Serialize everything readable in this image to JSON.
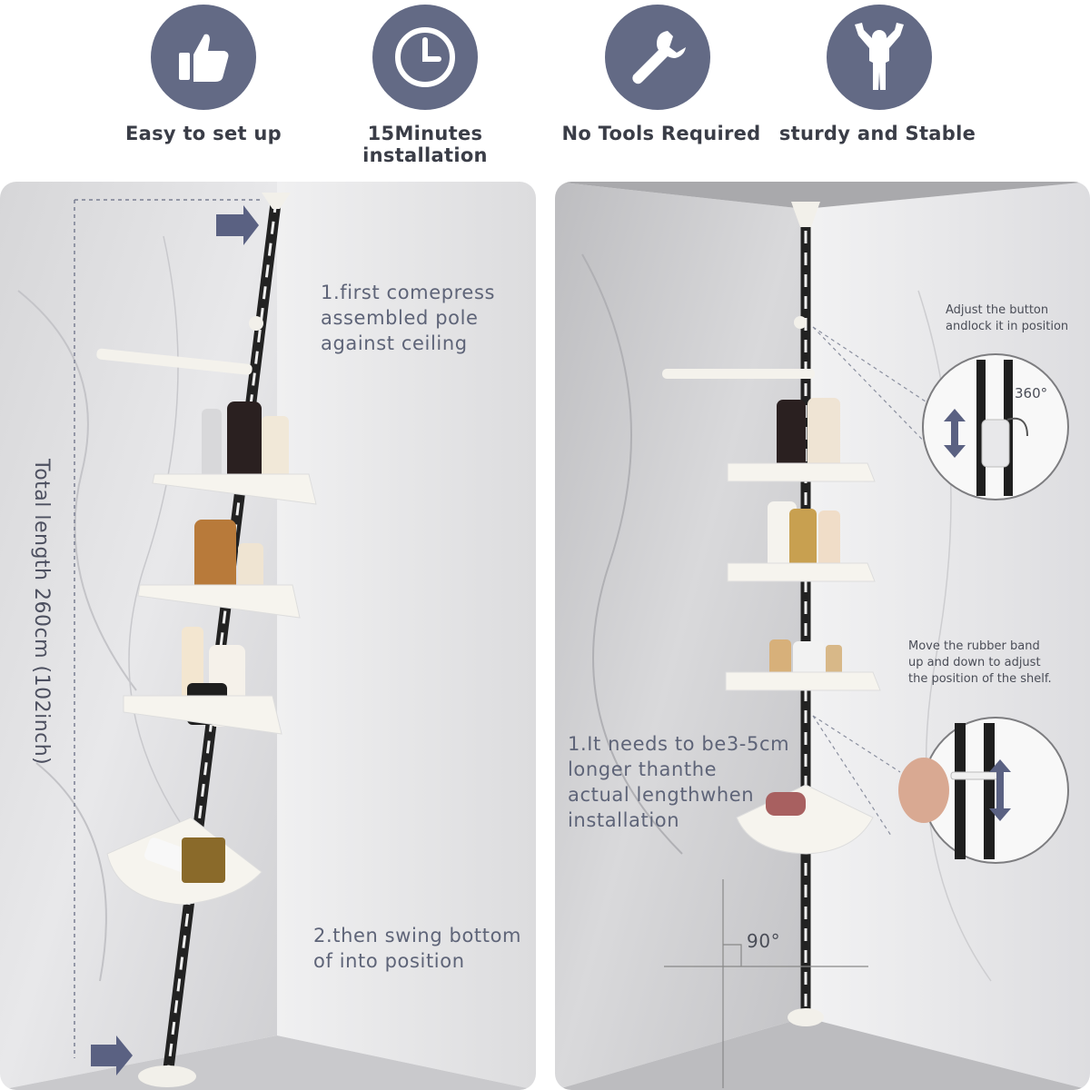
{
  "features": [
    {
      "label": "Easy to set up",
      "icon": "thumbs-up-icon"
    },
    {
      "label": "15Minutes installation",
      "icon": "clock-icon"
    },
    {
      "label": "No Tools Required",
      "icon": "wrench-icon"
    },
    {
      "label": "sturdy and Stable",
      "icon": "strong-person-icon"
    }
  ],
  "left_panel": {
    "step1_line1": "1.first comepress",
    "step1_line2": "assembled pole",
    "step1_line3": "against ceiling",
    "step2_line1": "2.then swing bottom",
    "step2_line2": "of into position",
    "total_length": "Total length 260cm (102inch)"
  },
  "right_panel": {
    "adjust_line1": "Adjust the button",
    "adjust_line2": "andlock it in position",
    "rotation": "360°",
    "band_line1": "Move the rubber band",
    "band_line2": "up and down to adjust",
    "band_line3": "the position of the shelf.",
    "length_line1": "1.It needs to be3-5cm",
    "length_line2": "longer thanthe",
    "length_line3": "actual lengthwhen",
    "length_line4": "installation",
    "angle": "90°"
  },
  "colors": {
    "icon_circle": "#636a85",
    "text_dark": "#3a3d47",
    "text_blue_gray": "#5e6478",
    "arrow": "#5a6182"
  }
}
